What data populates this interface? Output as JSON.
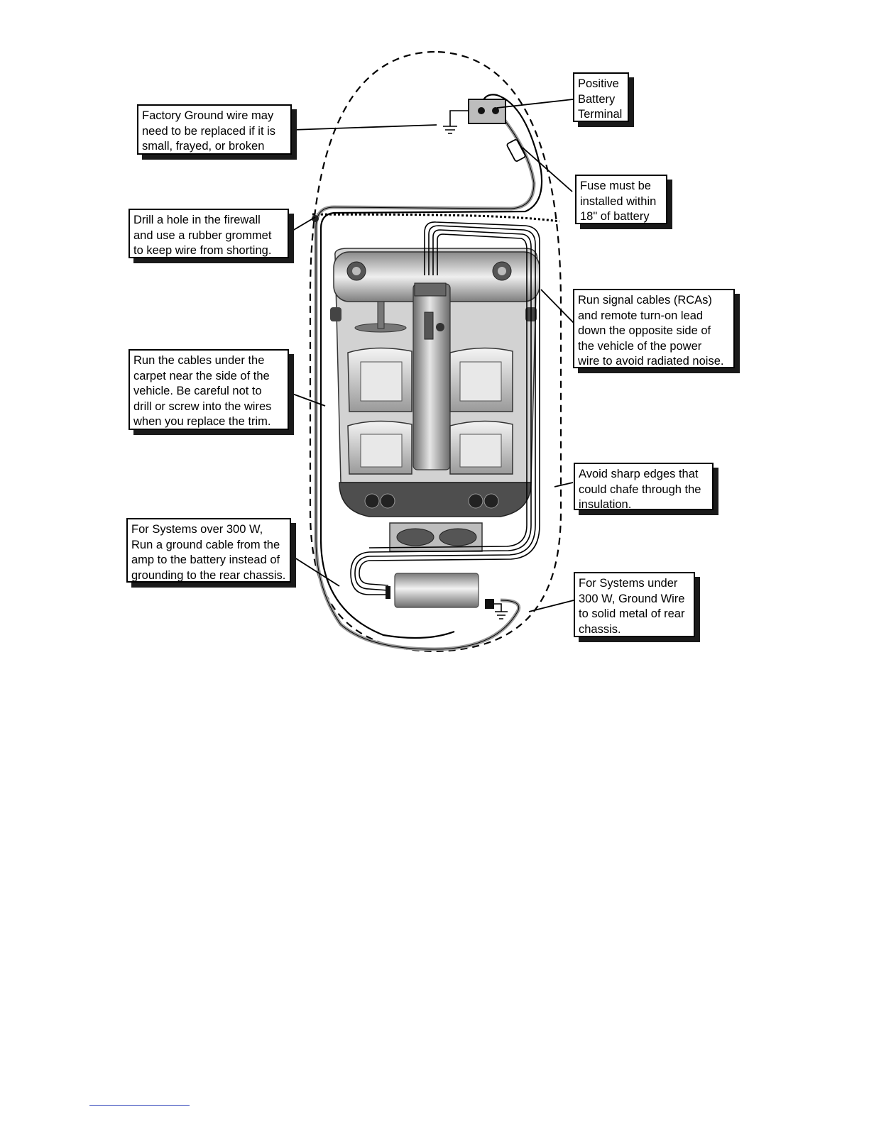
{
  "callouts": {
    "factory_ground": [
      "Factory Ground wire may",
      "need to be replaced if it is",
      "small, frayed, or broken"
    ],
    "positive_terminal": [
      "Positive",
      "Battery",
      "Terminal"
    ],
    "fuse": [
      "Fuse must be",
      "installed within",
      "18\" of battery"
    ],
    "firewall": [
      "Drill a hole in the firewall",
      "and use a rubber grommet",
      "to keep wire from shorting."
    ],
    "signal_cables": [
      "Run signal cables (RCAs)",
      "and remote turn-on lead",
      "down the opposite side of",
      "the vehicle of the power",
      "wire to avoid radiated noise."
    ],
    "carpet": [
      "Run the cables under the",
      "carpet near the side of the",
      "vehicle. Be careful not to",
      "drill or screw into the wires",
      "when you replace the trim."
    ],
    "sharp_edges": [
      "Avoid sharp edges that",
      "could chafe through the",
      "insulation."
    ],
    "over_300w": [
      "For Systems over 300 W,",
      "Run a ground cable from the",
      "amp to the battery instead of",
      "grounding to the rear chassis."
    ],
    "under_300w": [
      "For Systems under",
      "300 W, Ground Wire",
      "to solid metal of rear",
      "chassis."
    ]
  },
  "colors": {
    "line": "#000000",
    "power_wire": "#9a9a9a",
    "car_body": "#cfcfcf",
    "car_dark": "#5a5a5a",
    "shadow": "#1a1a1a",
    "footer_rule": "#2a3fb8"
  }
}
